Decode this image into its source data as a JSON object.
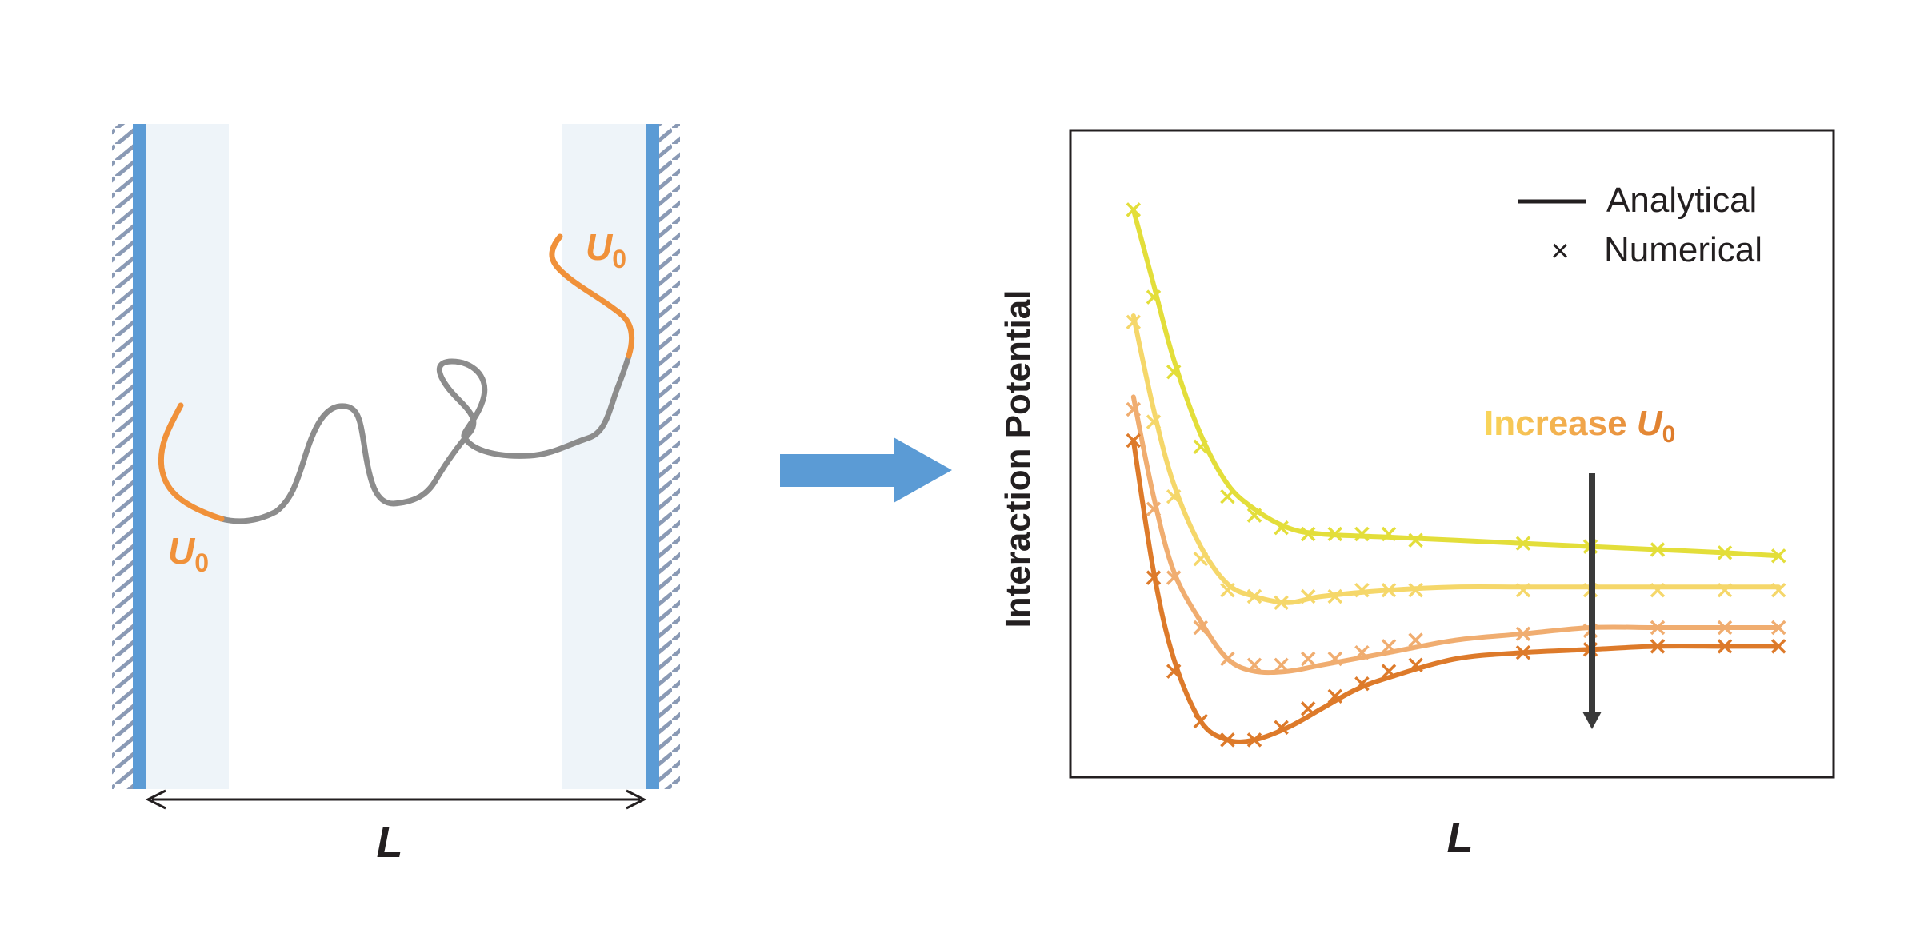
{
  "schematic": {
    "anchor_left": {
      "symbol": "U",
      "subscript": "0"
    },
    "anchor_right": {
      "symbol": "U",
      "subscript": "0"
    },
    "separation_label": "L"
  },
  "plot": {
    "ylabel": "Interaction Potential",
    "xlabel": "L",
    "annotation": {
      "prefix": "Increase ",
      "symbol": "U",
      "subscript": "0"
    },
    "legend": {
      "analytical": "Analytical",
      "numerical": "Numerical",
      "numerical_marker": "×"
    }
  },
  "colors": {
    "wall_blue": "#5b9bd5",
    "wall_zone": "#eef4f9",
    "hatch": "#8a9ab5",
    "polymer_grey": "#8c8c8c",
    "anchor_orange": "#f0913a",
    "arrow_blue": "#5b9bd5",
    "series": [
      "#e3de3a",
      "#f5d76a",
      "#f0ad70",
      "#dd7a2a"
    ],
    "annotation_gradient": [
      "#f9d65a",
      "#f0a24a",
      "#dd7a2a"
    ],
    "trend_arrow": "#3a3a3a"
  },
  "chart_data": {
    "type": "line",
    "xlabel": "L",
    "ylabel": "Interaction Potential",
    "ticks_shown": false,
    "series": [
      {
        "kind": "analytical+numerical",
        "analytical": [
          [
            0.02,
            0.08
          ],
          [
            0.05,
            0.2
          ],
          [
            0.08,
            0.32
          ],
          [
            0.12,
            0.44
          ],
          [
            0.16,
            0.52
          ],
          [
            0.2,
            0.56
          ],
          [
            0.25,
            0.59
          ],
          [
            0.3,
            0.6
          ],
          [
            0.4,
            0.605
          ],
          [
            0.5,
            0.61
          ],
          [
            0.6,
            0.615
          ],
          [
            0.7,
            0.62
          ],
          [
            0.8,
            0.625
          ],
          [
            0.9,
            0.63
          ],
          [
            0.98,
            0.635
          ]
        ],
        "numerical": [
          [
            0.02,
            0.08
          ],
          [
            0.05,
            0.22
          ],
          [
            0.08,
            0.34
          ],
          [
            0.12,
            0.46
          ],
          [
            0.16,
            0.54
          ],
          [
            0.2,
            0.57
          ],
          [
            0.24,
            0.59
          ],
          [
            0.28,
            0.6
          ],
          [
            0.32,
            0.6
          ],
          [
            0.36,
            0.6
          ],
          [
            0.4,
            0.6
          ],
          [
            0.44,
            0.61
          ],
          [
            0.6,
            0.615
          ],
          [
            0.7,
            0.62
          ],
          [
            0.8,
            0.625
          ],
          [
            0.9,
            0.63
          ],
          [
            0.98,
            0.635
          ]
        ]
      },
      {
        "kind": "analytical+numerical",
        "analytical": [
          [
            0.02,
            0.25
          ],
          [
            0.05,
            0.4
          ],
          [
            0.08,
            0.52
          ],
          [
            0.12,
            0.62
          ],
          [
            0.16,
            0.68
          ],
          [
            0.2,
            0.7
          ],
          [
            0.25,
            0.71
          ],
          [
            0.3,
            0.7
          ],
          [
            0.4,
            0.69
          ],
          [
            0.5,
            0.685
          ],
          [
            0.6,
            0.685
          ],
          [
            0.7,
            0.685
          ],
          [
            0.8,
            0.685
          ],
          [
            0.9,
            0.685
          ],
          [
            0.98,
            0.685
          ]
        ],
        "numerical": [
          [
            0.02,
            0.26
          ],
          [
            0.05,
            0.42
          ],
          [
            0.08,
            0.54
          ],
          [
            0.12,
            0.64
          ],
          [
            0.16,
            0.69
          ],
          [
            0.2,
            0.7
          ],
          [
            0.24,
            0.71
          ],
          [
            0.28,
            0.7
          ],
          [
            0.32,
            0.7
          ],
          [
            0.36,
            0.69
          ],
          [
            0.4,
            0.69
          ],
          [
            0.44,
            0.69
          ],
          [
            0.6,
            0.69
          ],
          [
            0.7,
            0.69
          ],
          [
            0.8,
            0.69
          ],
          [
            0.9,
            0.69
          ],
          [
            0.98,
            0.69
          ]
        ]
      },
      {
        "kind": "analytical+numerical",
        "analytical": [
          [
            0.02,
            0.38
          ],
          [
            0.05,
            0.54
          ],
          [
            0.08,
            0.66
          ],
          [
            0.12,
            0.74
          ],
          [
            0.16,
            0.8
          ],
          [
            0.2,
            0.82
          ],
          [
            0.25,
            0.82
          ],
          [
            0.3,
            0.81
          ],
          [
            0.4,
            0.79
          ],
          [
            0.5,
            0.77
          ],
          [
            0.6,
            0.76
          ],
          [
            0.7,
            0.75
          ],
          [
            0.8,
            0.75
          ],
          [
            0.9,
            0.75
          ],
          [
            0.98,
            0.75
          ]
        ],
        "numerical": [
          [
            0.02,
            0.4
          ],
          [
            0.05,
            0.56
          ],
          [
            0.08,
            0.67
          ],
          [
            0.12,
            0.75
          ],
          [
            0.16,
            0.8
          ],
          [
            0.2,
            0.81
          ],
          [
            0.24,
            0.81
          ],
          [
            0.28,
            0.8
          ],
          [
            0.32,
            0.8
          ],
          [
            0.36,
            0.79
          ],
          [
            0.4,
            0.78
          ],
          [
            0.44,
            0.77
          ],
          [
            0.6,
            0.76
          ],
          [
            0.7,
            0.755
          ],
          [
            0.8,
            0.75
          ],
          [
            0.9,
            0.75
          ],
          [
            0.98,
            0.75
          ]
        ]
      },
      {
        "kind": "analytical+numerical",
        "analytical": [
          [
            0.02,
            0.45
          ],
          [
            0.05,
            0.66
          ],
          [
            0.08,
            0.8
          ],
          [
            0.12,
            0.9
          ],
          [
            0.16,
            0.93
          ],
          [
            0.2,
            0.93
          ],
          [
            0.25,
            0.91
          ],
          [
            0.3,
            0.88
          ],
          [
            0.35,
            0.85
          ],
          [
            0.4,
            0.83
          ],
          [
            0.5,
            0.8
          ],
          [
            0.6,
            0.79
          ],
          [
            0.7,
            0.785
          ],
          [
            0.8,
            0.78
          ],
          [
            0.9,
            0.78
          ],
          [
            0.98,
            0.78
          ]
        ],
        "numerical": [
          [
            0.02,
            0.45
          ],
          [
            0.05,
            0.67
          ],
          [
            0.08,
            0.82
          ],
          [
            0.12,
            0.9
          ],
          [
            0.16,
            0.93
          ],
          [
            0.2,
            0.93
          ],
          [
            0.24,
            0.91
          ],
          [
            0.28,
            0.88
          ],
          [
            0.32,
            0.86
          ],
          [
            0.36,
            0.84
          ],
          [
            0.4,
            0.82
          ],
          [
            0.44,
            0.81
          ],
          [
            0.6,
            0.79
          ],
          [
            0.7,
            0.785
          ],
          [
            0.8,
            0.78
          ],
          [
            0.9,
            0.78
          ],
          [
            0.98,
            0.78
          ]
        ]
      }
    ]
  }
}
